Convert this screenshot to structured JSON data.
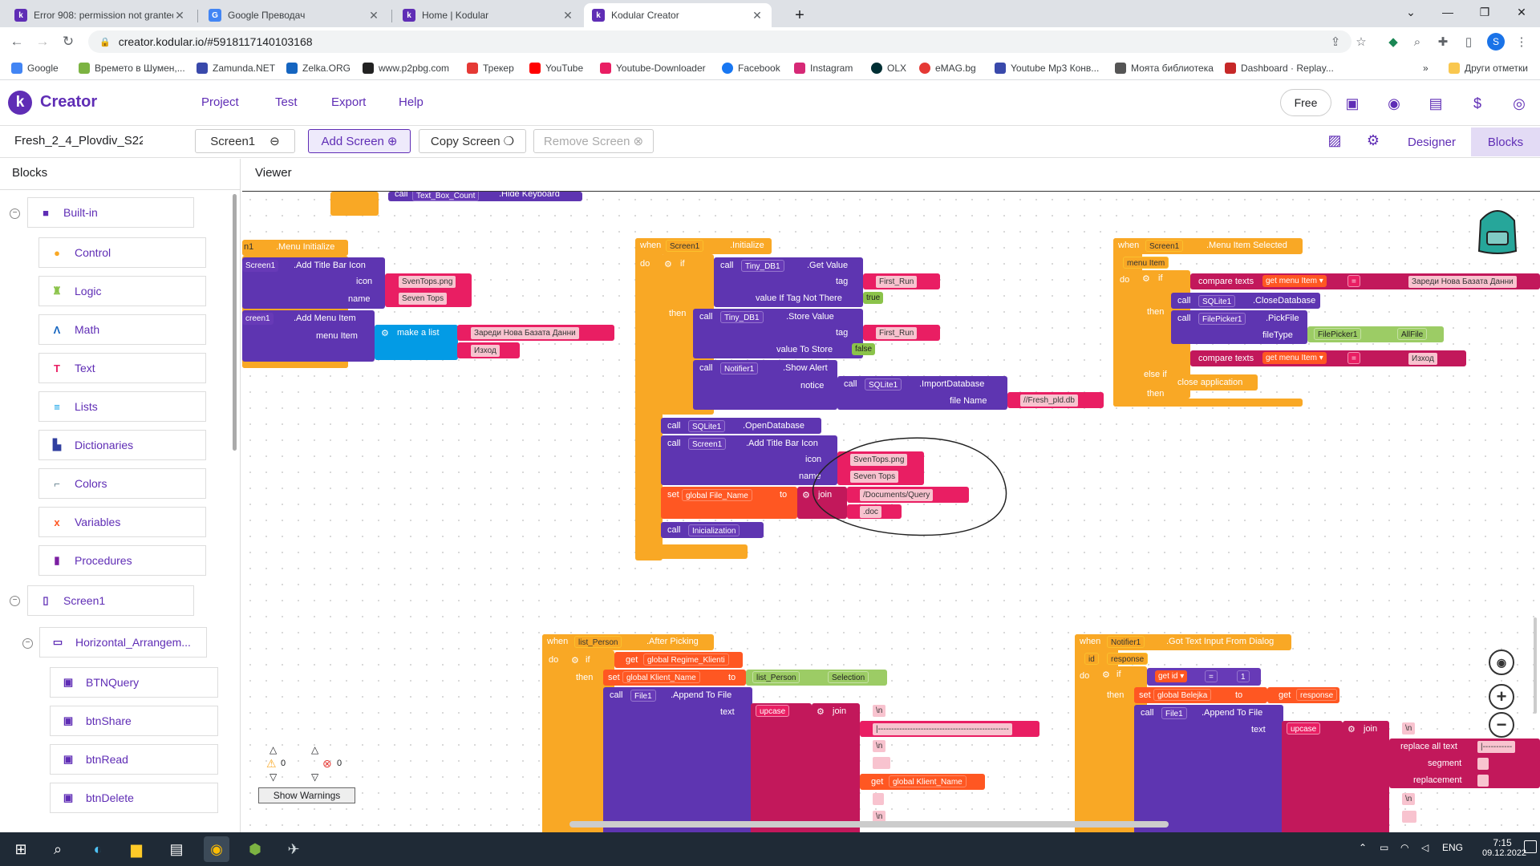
{
  "browser": {
    "tabs": [
      {
        "title": "Error 908: permission not granted",
        "icon": "kodular-icon",
        "color": "#5f2db5",
        "active": false
      },
      {
        "title": "Google Преводач",
        "icon": "google-translate-icon",
        "color": "#4285f4",
        "active": false
      },
      {
        "title": "Home | Kodular",
        "icon": "kodular-icon",
        "color": "#5f2db5",
        "active": false
      },
      {
        "title": "Kodular Creator",
        "icon": "kodular-icon",
        "color": "#5f2db5",
        "active": true
      }
    ],
    "new_tab": "+",
    "url": "creator.kodular.io/#5918117140103168",
    "bookmarks": [
      "Google",
      "Времето в Шумен,...",
      "Zamunda.NET",
      "Zelka.ORG",
      "www.p2pbg.com",
      "Трекер",
      "YouTube",
      "Youtube-Downloader",
      "Facebook",
      "Instagram",
      "OLX",
      "eMAG.bg",
      "Youtube Mp3 Конв...",
      "Моята библиотека",
      "Dashboard · Replay..."
    ],
    "bookmarks_overflow": "»",
    "other_bookmarks": "Други отметки",
    "profile_initial": "S"
  },
  "app": {
    "logo": "k",
    "title": "Creator",
    "menu": [
      "Project",
      "Test",
      "Export",
      "Help"
    ],
    "free_label": "Free"
  },
  "toolbar": {
    "project_name": "Fresh_2_4_Plovdiv_S22",
    "screen_select": "Screen1",
    "add_screen": "Add Screen",
    "copy_screen": "Copy Screen",
    "remove_screen": "Remove Screen",
    "designer": "Designer",
    "blocks": "Blocks"
  },
  "panel": {
    "blocks_title": "Blocks",
    "viewer_title": "Viewer",
    "builtin": "Built-in",
    "builtin_items": [
      {
        "label": "Control",
        "color": "#f9a825",
        "icon": "control-icon"
      },
      {
        "label": "Logic",
        "color": "#8bc34a",
        "icon": "logic-icon"
      },
      {
        "label": "Math",
        "color": "#1565c0",
        "icon": "math-icon"
      },
      {
        "label": "Text",
        "color": "#e91e63",
        "icon": "text-icon"
      },
      {
        "label": "Lists",
        "color": "#039be5",
        "icon": "lists-icon"
      },
      {
        "label": "Dictionaries",
        "color": "#303f9f",
        "icon": "dictionaries-icon"
      },
      {
        "label": "Colors",
        "color": "#607d8b",
        "icon": "colors-icon"
      },
      {
        "label": "Variables",
        "color": "#ff5722",
        "icon": "variables-icon"
      },
      {
        "label": "Procedures",
        "color": "#7b1fa2",
        "icon": "procedures-icon"
      }
    ],
    "screen": "Screen1",
    "arrangement": "Horizontal_Arrangem...",
    "components": [
      "BTNQuery",
      "btnShare",
      "btnRead",
      "btnDelete"
    ]
  },
  "warnings": {
    "warn_count": "0",
    "error_count": "0",
    "button": "Show Warnings"
  },
  "blocks": {
    "b1": {
      "call": "call",
      "comp": "Text_Box_Count",
      "method": ".Hide Keyboard"
    },
    "b2": {
      "event": "n1",
      "event_name": ".Menu Initialize",
      "call1": "Screen1",
      "m1": ".Add Title Bar Icon",
      "icon_label": "icon",
      "icon_val": "SvenTops.png",
      "name_label": "name",
      "name_val": "Seven Tops",
      "call2": "creen1",
      "m2": ".Add Menu Item",
      "menu_label": "menu Item",
      "make_list": "make a list",
      "list1": "Зареди Нова Базата Данни",
      "list2": "Изход"
    },
    "b3": {
      "when": "when",
      "comp": "Screen1",
      "event": ".Initialize",
      "do": "do",
      "if": "if",
      "call": "call",
      "tinydb": "Tiny_DB1",
      "get_value": ".Get Value",
      "tag": "tag",
      "tag_val": "First_Run",
      "vitnt": "value If Tag Not There",
      "true_val": "true",
      "then": "then",
      "store": ".Store Value",
      "vts": "value To Store",
      "false_val": "false",
      "notifier": "Notifier1",
      "show_alert": ".Show Alert",
      "notice": "notice",
      "sqlite": "SQLite1",
      "import": ".ImportDatabase",
      "file_name": "file Name",
      "file_val": "//Fresh_pld.db",
      "open_db": ".OpenDatabase",
      "screen": "Screen1",
      "add_icon": ".Add Title Bar Icon",
      "icon": "icon",
      "icon_val": "SvenTops.png",
      "name": "name",
      "name_val": "Seven Tops",
      "set": "set",
      "global_file": "global File_Name",
      "to": "to",
      "join": "join",
      "join1": "/Documents/Query",
      "join2": ".doc",
      "init": "Inicialization"
    },
    "b4": {
      "when": "when",
      "comp": "Screen1",
      "event": ".Menu Item Selected",
      "param": "menu Item",
      "do": "do",
      "if": "if",
      "compare": "compare texts",
      "get": "get",
      "menu_item": "menu Item",
      "eq": "=",
      "str1": "Зареди Нова Базата Данни",
      "then": "then",
      "call": "call",
      "sqlite": "SQLite1",
      "close": ".CloseDatabase",
      "picker": "FilePicker1",
      "pick": ".PickFile",
      "filetype": "fileType",
      "picker2": "FilePicker1",
      "allfile": "AllFile",
      "elseif": "else if",
      "str2": "Изход",
      "then2": "then",
      "close_app": "close application"
    },
    "b5": {
      "when": "when",
      "comp": "list_Person",
      "event": ".After Picking",
      "do": "do",
      "if": "if",
      "get": "get",
      "regime": "global Regime_Klienti",
      "then": "then",
      "set": "set",
      "klient": "global Klient_Name",
      "to": "to",
      "lp": "list_Person",
      "selection": "Selection",
      "call": "call",
      "file": "File1",
      "append": ".Append To File",
      "text": "text",
      "upcase": "upcase",
      "join": "join",
      "nl": "\\n",
      "dashes": "|-------------------------------------------------",
      "blank": " ",
      "get2": "get",
      "klient2": "global Klient_Name"
    },
    "b6": {
      "when": "when",
      "comp": "Notifier1",
      "event": ".Got Text Input From Dialog",
      "id": "id",
      "response": "response",
      "do": "do",
      "if": "if",
      "get": "get",
      "get_id": "id",
      "eq": "=",
      "one": "1",
      "then": "then",
      "set": "set",
      "belejka": "global Belejka",
      "to": "to",
      "get_resp": "response",
      "call": "call",
      "file": "File1",
      "append": ".Append To File",
      "text": "text",
      "upcase": "upcase",
      "join": "join",
      "nl": "\\n",
      "replace": "replace all text",
      "segment": "segment",
      "replacement": "replacement",
      "dashes": "|-----------"
    }
  },
  "taskbar": {
    "lang": "ENG",
    "time": "7:15",
    "date": "09.12.2022"
  }
}
